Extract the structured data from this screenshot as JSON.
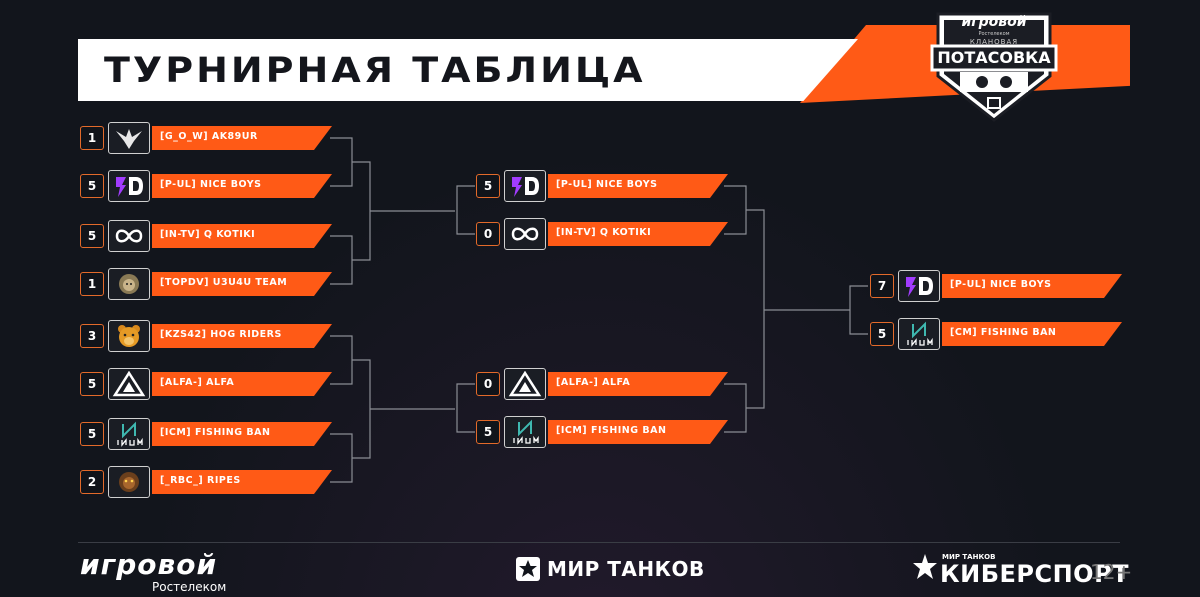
{
  "title": "ТУРНИРНАЯ ТАБЛИЦА",
  "event_logo": {
    "brand": "игровой",
    "sub": "Ростелеком",
    "line1": "КЛАНОВАЯ",
    "line2": "ПОТАСОВКА"
  },
  "round1": [
    {
      "score": "1",
      "team": "[G_O_W] AK89UR",
      "icon": "eagle-icon"
    },
    {
      "score": "5",
      "team": "[P-UL] NICE BOYS",
      "icon": "3d-icon"
    },
    {
      "score": "5",
      "team": "[IN-TV] Q KOTIKI",
      "icon": "infinity-icon"
    },
    {
      "score": "1",
      "team": "[TOPDV] U3U4U TEAM",
      "icon": "lion-icon"
    },
    {
      "score": "3",
      "team": "[KZS42] HOG RIDERS",
      "icon": "bear-icon"
    },
    {
      "score": "5",
      "team": "[ALFA-] ALFA",
      "icon": "triangle-icon"
    },
    {
      "score": "5",
      "team": "[ICM] FISHING BAN",
      "icon": "icm-icon"
    },
    {
      "score": "2",
      "team": "[_RBC_] RIPES",
      "icon": "beast-icon"
    }
  ],
  "round2": [
    {
      "score": "5",
      "team": "[P-UL] NICE BOYS",
      "icon": "3d-icon"
    },
    {
      "score": "0",
      "team": "[IN-TV] Q KOTIKI",
      "icon": "infinity-icon"
    },
    {
      "score": "0",
      "team": "[ALFA-] ALFA",
      "icon": "triangle-icon"
    },
    {
      "score": "5",
      "team": "[ICM] FISHING BAN",
      "icon": "icm-icon"
    }
  ],
  "final": [
    {
      "score": "7",
      "team": "[P-UL] NICE BOYS",
      "icon": "3d-icon"
    },
    {
      "score": "5",
      "team": "[CM] FISHING BAN",
      "icon": "icm-icon"
    }
  ],
  "footer": {
    "left_brand": "игровой",
    "left_sub": "Ростелеком",
    "middle": "МИР ТАНКОВ",
    "right_small": "МИР ТАНКОВ",
    "right_big": "КИБЕРСПОРТ",
    "age": "12+"
  },
  "colors": {
    "accent": "#ff5a16",
    "background": "#12151c",
    "title_bg": "#ffffff"
  }
}
